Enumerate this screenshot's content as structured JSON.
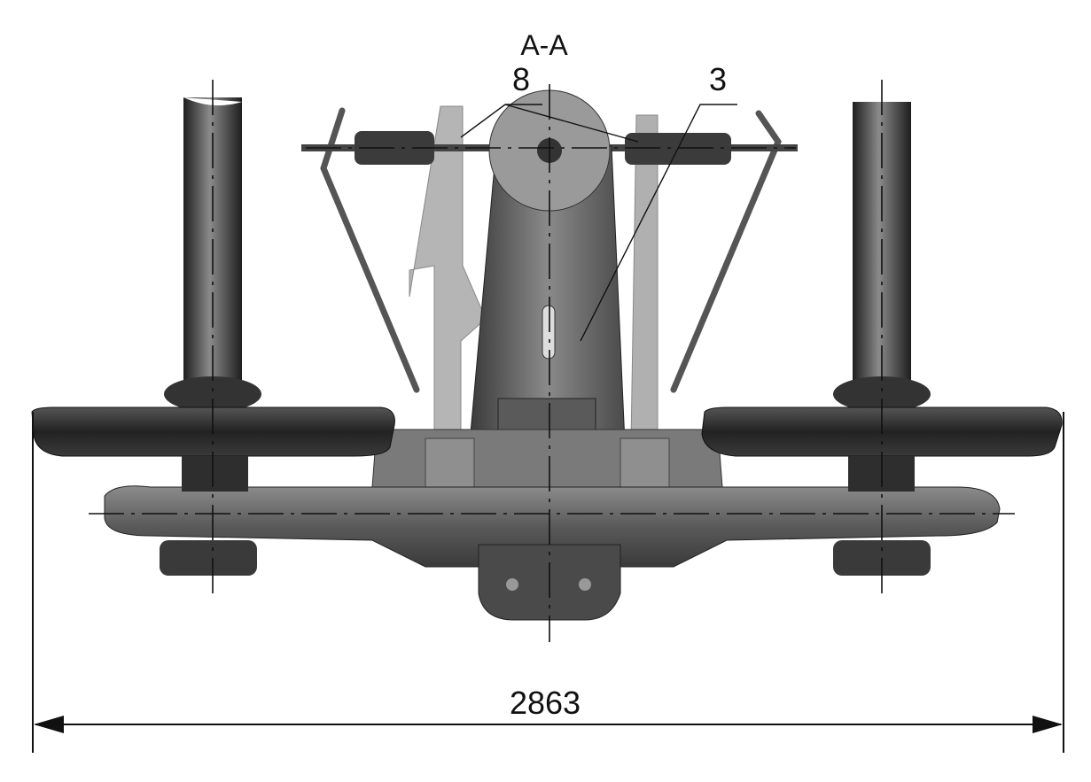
{
  "drawing": {
    "section_label": "A-A",
    "callouts": [
      {
        "number": "8"
      },
      {
        "number": "3"
      }
    ],
    "dimension": {
      "value": "2863"
    }
  },
  "colors": {
    "line": "#1a1a1a",
    "metal_dark": "#2a2a2a",
    "metal_mid": "#6b6b6b",
    "metal_light": "#a8a8a8"
  }
}
